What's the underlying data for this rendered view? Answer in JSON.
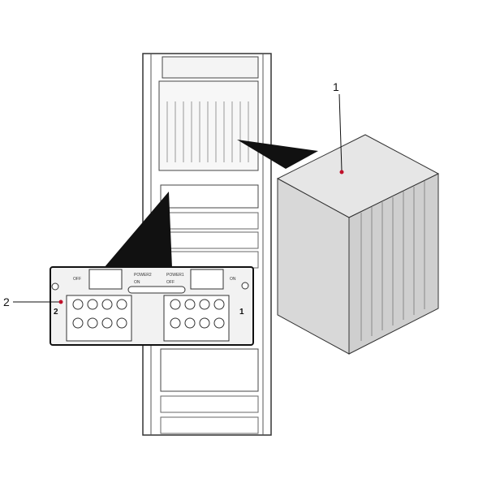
{
  "callouts": {
    "one": "1",
    "two": "2"
  },
  "panel": {
    "power2": "POWER2",
    "power1": "POWER1",
    "on_left": "ON",
    "on_right": "ON",
    "off_left": "OFF",
    "off_right": "OFF",
    "slot_left": "2",
    "slot_right": "1"
  },
  "colors": {
    "callout_dot": "#c0102a",
    "line": "#111111",
    "cube_top": "#e6e6e6",
    "cube_side": "#d0d0d0"
  }
}
